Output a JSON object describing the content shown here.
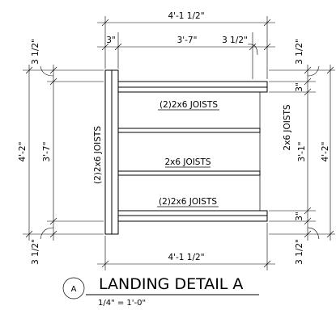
{
  "drawing": {
    "title": "LANDING DETAIL A",
    "scale": "1/4\" = 1'-0\"",
    "callout": "A"
  },
  "dimensions": {
    "top_overall": "4'-1 1/2\"",
    "top_left": "3\"",
    "top_middle": "3'-7\"",
    "top_right": "3 1/2\"",
    "bottom_overall": "4'-1 1/2\"",
    "left_top": "3 1/2\"",
    "left_middle": "3'-7\"",
    "left_overall": "4'-2\"",
    "left_bottom": "3 1/2\"",
    "right_top_outer": "3 1/2\"",
    "right_top_inner": "3\"",
    "right_middle": "3'-1\"",
    "right_overall": "4'-2\"",
    "right_bottom_inner": "3\"",
    "right_bottom_outer": "3 1/2\""
  },
  "labels": {
    "top_joist": "(2)2x6 JOISTS",
    "middle_joist": "2x6 JOISTS",
    "bottom_joist": "(2)2x6 JOISTS",
    "left_joist": "(2)2x6 JOISTS",
    "right_joist": "2x6 JOISTS"
  }
}
